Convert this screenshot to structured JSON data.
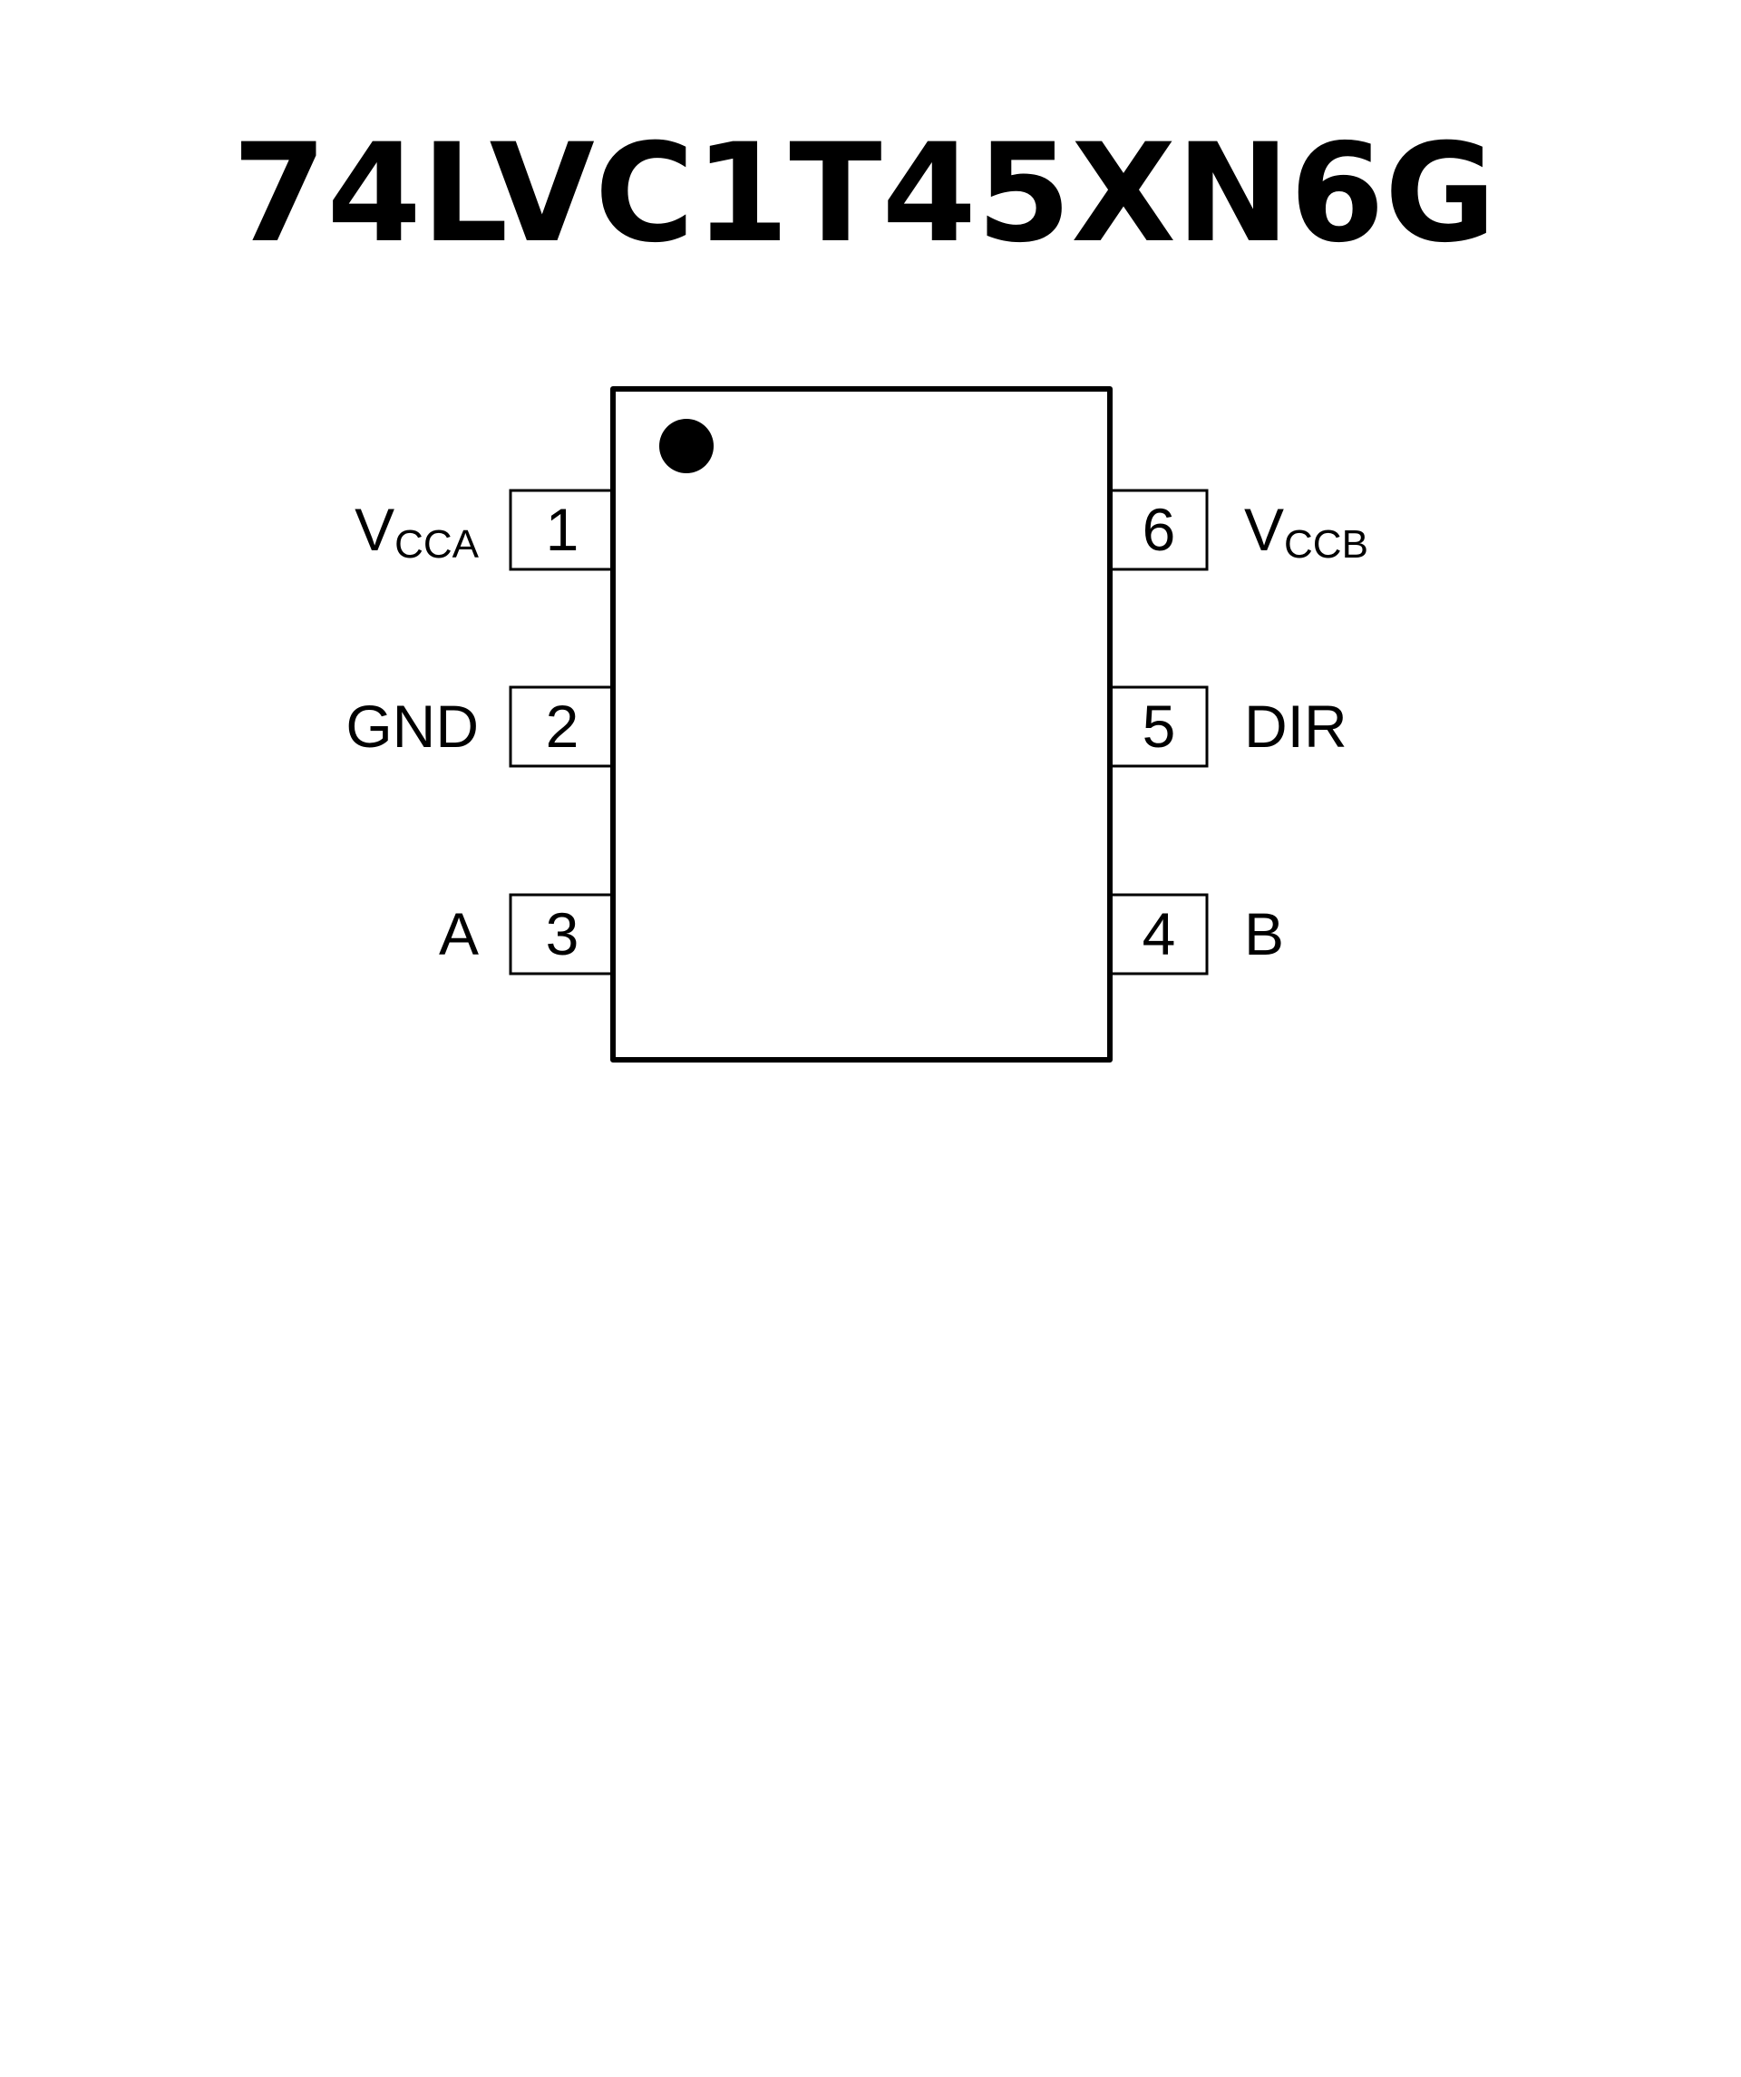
{
  "title": "74LVC1T45XN6G",
  "pins": [
    {
      "number": "1",
      "name": "V",
      "sub": "CCA",
      "side": "left"
    },
    {
      "number": "2",
      "name": "GND",
      "sub": "",
      "side": "left"
    },
    {
      "number": "3",
      "name": "A",
      "sub": "",
      "side": "left"
    },
    {
      "number": "4",
      "name": "B",
      "sub": "",
      "side": "right"
    },
    {
      "number": "5",
      "name": "DIR",
      "sub": "",
      "side": "right"
    },
    {
      "number": "6",
      "name": "V",
      "sub": "CCB",
      "side": "right"
    }
  ]
}
